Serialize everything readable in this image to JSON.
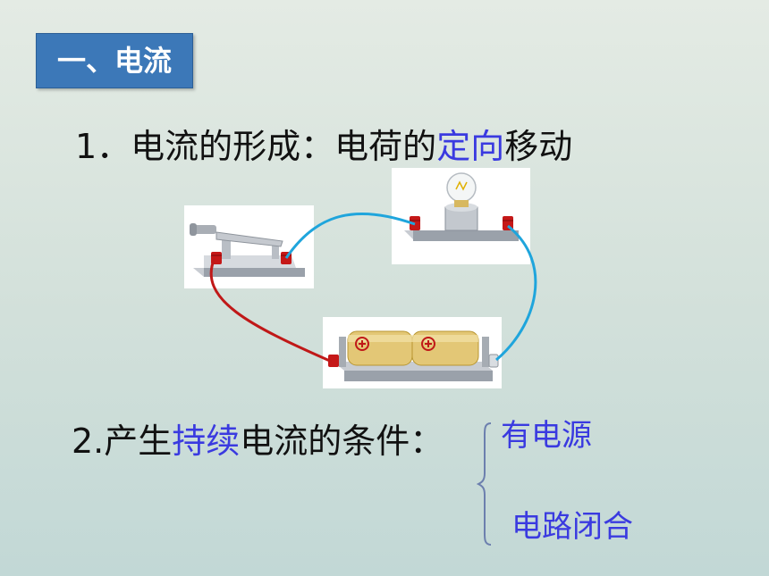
{
  "title": "一、电流",
  "point1": {
    "prefix": "1．电流的形成：电荷的",
    "highlight": "定向",
    "suffix": "移动"
  },
  "point2": {
    "prefix": "2.产生",
    "highlight": "持续",
    "suffix": "电流的条件：",
    "conditions": [
      "有电源",
      "电路闭合"
    ]
  },
  "colors": {
    "title_bg": "#3c78b8",
    "highlight": "#3a3ae0",
    "wire_blue": "#1fa5dc",
    "wire_red": "#c01818"
  },
  "icons": [
    "knife-switch-icon",
    "light-bulb-icon",
    "battery-icon"
  ]
}
